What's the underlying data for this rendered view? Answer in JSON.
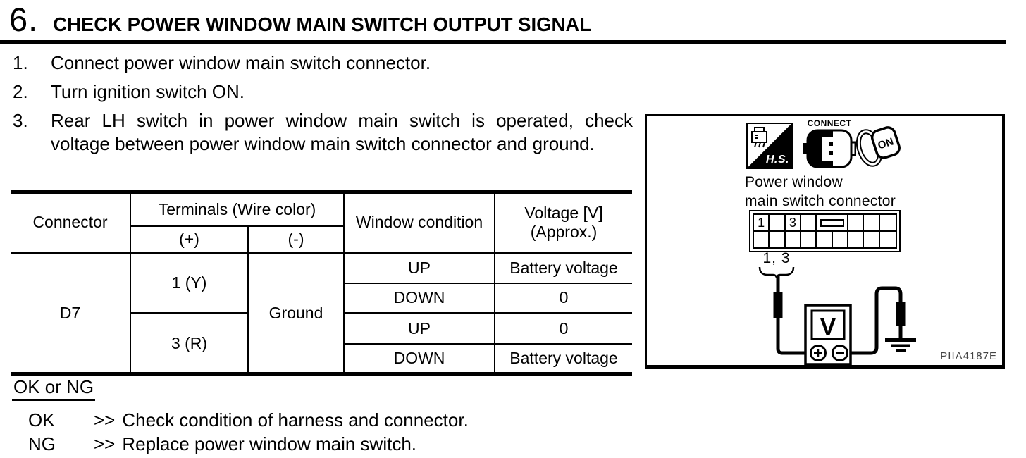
{
  "header": {
    "number": "6.",
    "title": "CHECK POWER WINDOW MAIN SWITCH OUTPUT SIGNAL"
  },
  "steps": [
    {
      "num": "1.",
      "text": "Connect power window main switch connector."
    },
    {
      "num": "2.",
      "text": "Turn ignition switch ON."
    },
    {
      "num": "3.",
      "text": "Rear LH switch in power window main switch is operated, check voltage between power window main switch connector and ground."
    }
  ],
  "table": {
    "header": {
      "connector": "Connector",
      "terminals": "Terminals (Wire color)",
      "plus": "(+)",
      "minus": "(-)",
      "window_condition": "Window condition",
      "voltage_line1": "Voltage [V]",
      "voltage_line2": "(Approx.)"
    },
    "body": {
      "connector": "D7",
      "minus": "Ground",
      "groups": [
        {
          "terminal": "1 (Y)",
          "rows": [
            {
              "condition": "UP",
              "voltage": "Battery voltage"
            },
            {
              "condition": "DOWN",
              "voltage": "0"
            }
          ]
        },
        {
          "terminal": "3 (R)",
          "rows": [
            {
              "condition": "UP",
              "voltage": "0"
            },
            {
              "condition": "DOWN",
              "voltage": "Battery voltage"
            }
          ]
        }
      ]
    }
  },
  "result": {
    "heading": "OK or NG",
    "items": [
      {
        "label": "OK",
        "arrow": ">>",
        "text": "Check condition of harness and connector."
      },
      {
        "label": "NG",
        "arrow": ">>",
        "text": "Replace power window main switch."
      }
    ]
  },
  "figure": {
    "hs_icon_label": "H.S.",
    "connect_icon_label": "CONNECT",
    "key_icon_label": "ON",
    "caption_line1": "Power window",
    "caption_line2": "main switch connector",
    "pin_1": "1",
    "pin_3": "3",
    "probe_label": "1, 3",
    "meter_label": "V",
    "figure_id": "PIIA4187E"
  },
  "colors": {
    "ink": "#000000",
    "figure_id_ink": "#444444"
  }
}
